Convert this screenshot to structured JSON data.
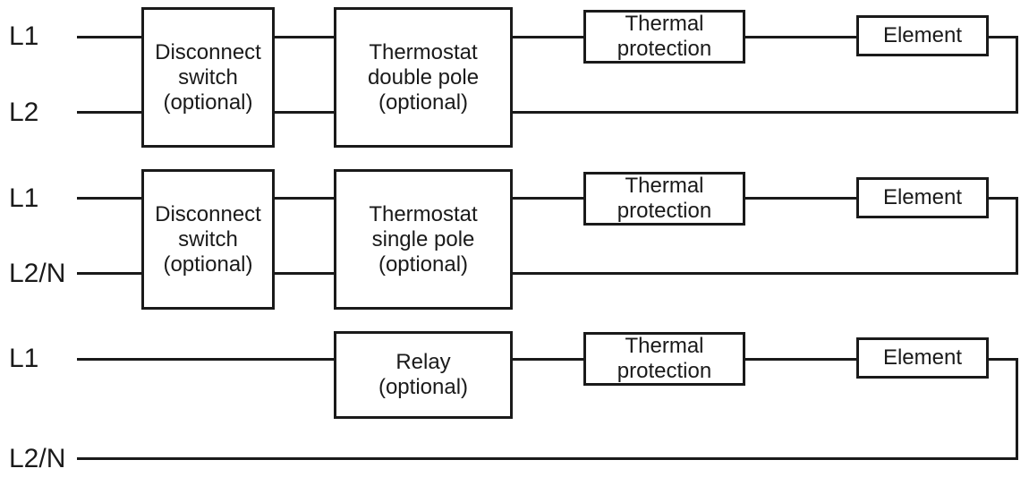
{
  "colors": {
    "line": "#1a1a1a",
    "background": "#ffffff"
  },
  "rows": [
    {
      "input_labels": [
        "L1",
        "L2"
      ],
      "boxes": [
        {
          "lines": [
            "Disconnect",
            "switch",
            "(optional)"
          ]
        },
        {
          "lines": [
            "Thermostat",
            "double pole",
            "(optional)"
          ]
        },
        {
          "lines": [
            "Thermal",
            "protection"
          ]
        },
        {
          "lines": [
            "Element"
          ]
        }
      ]
    },
    {
      "input_labels": [
        "L1",
        "L2/N"
      ],
      "boxes": [
        {
          "lines": [
            "Disconnect",
            "switch",
            "(optional)"
          ]
        },
        {
          "lines": [
            "Thermostat",
            "single pole",
            "(optional)"
          ]
        },
        {
          "lines": [
            "Thermal",
            "protection"
          ]
        },
        {
          "lines": [
            "Element"
          ]
        }
      ]
    },
    {
      "input_labels": [
        "L1",
        "L2/N"
      ],
      "boxes": [
        {
          "lines": [
            "Relay",
            "(optional)"
          ]
        },
        {
          "lines": [
            "Thermal",
            "protection"
          ]
        },
        {
          "lines": [
            "Element"
          ]
        }
      ]
    }
  ]
}
